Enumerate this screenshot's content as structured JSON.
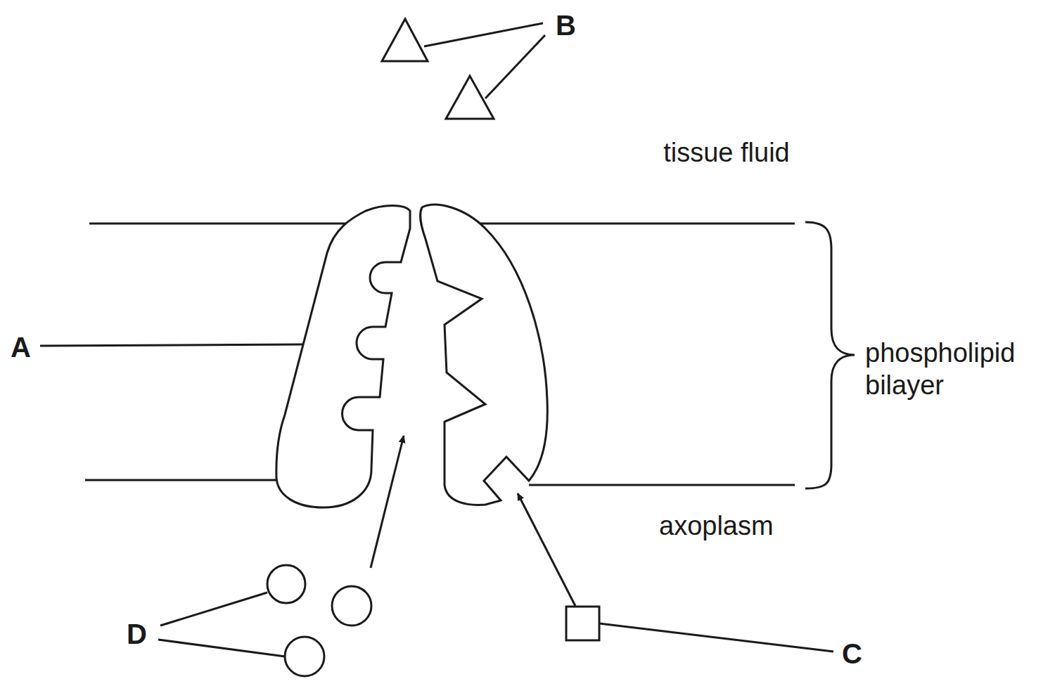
{
  "diagram": {
    "labels": [
      "B",
      "tissue fluid",
      "A",
      "phospholipid bilayer",
      "axoplasm",
      "D",
      "C"
    ]
  }
}
